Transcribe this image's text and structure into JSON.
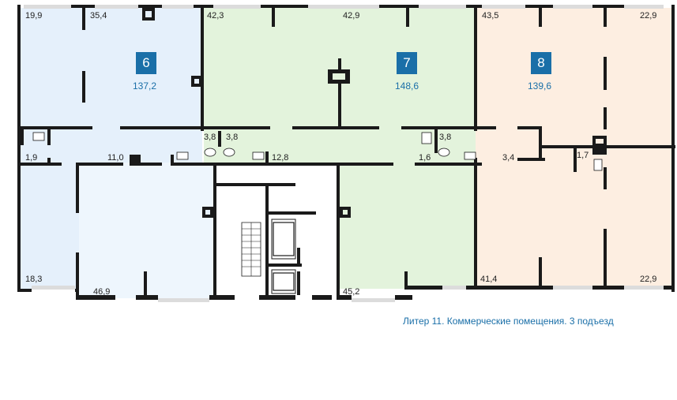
{
  "colors": {
    "unit6_fill": "#e5f0fb",
    "unit7_fill": "#e3f3dc",
    "unit8_fill": "#fdeee1",
    "corridor_fill": "#eef6fd",
    "wall": "#1a1a1a",
    "accent": "#1a6fa8",
    "window": "#dcdcdc"
  },
  "units": [
    {
      "number": "6",
      "area": "137,2"
    },
    {
      "number": "7",
      "area": "148,6"
    },
    {
      "number": "8",
      "area": "139,6"
    }
  ],
  "room_areas": [
    "19,9",
    "35,4",
    "42,3",
    "42,9",
    "43,5",
    "22,9",
    "3,8",
    "3,8",
    "3,8",
    "1,9",
    "11,0",
    "12,8",
    "1,6",
    "3,4",
    "1,7",
    "18,3",
    "46,9",
    "45,2",
    "41,4",
    "22,9"
  ],
  "caption": "Литер 11. Коммерческие помещения. 3 подъезд"
}
